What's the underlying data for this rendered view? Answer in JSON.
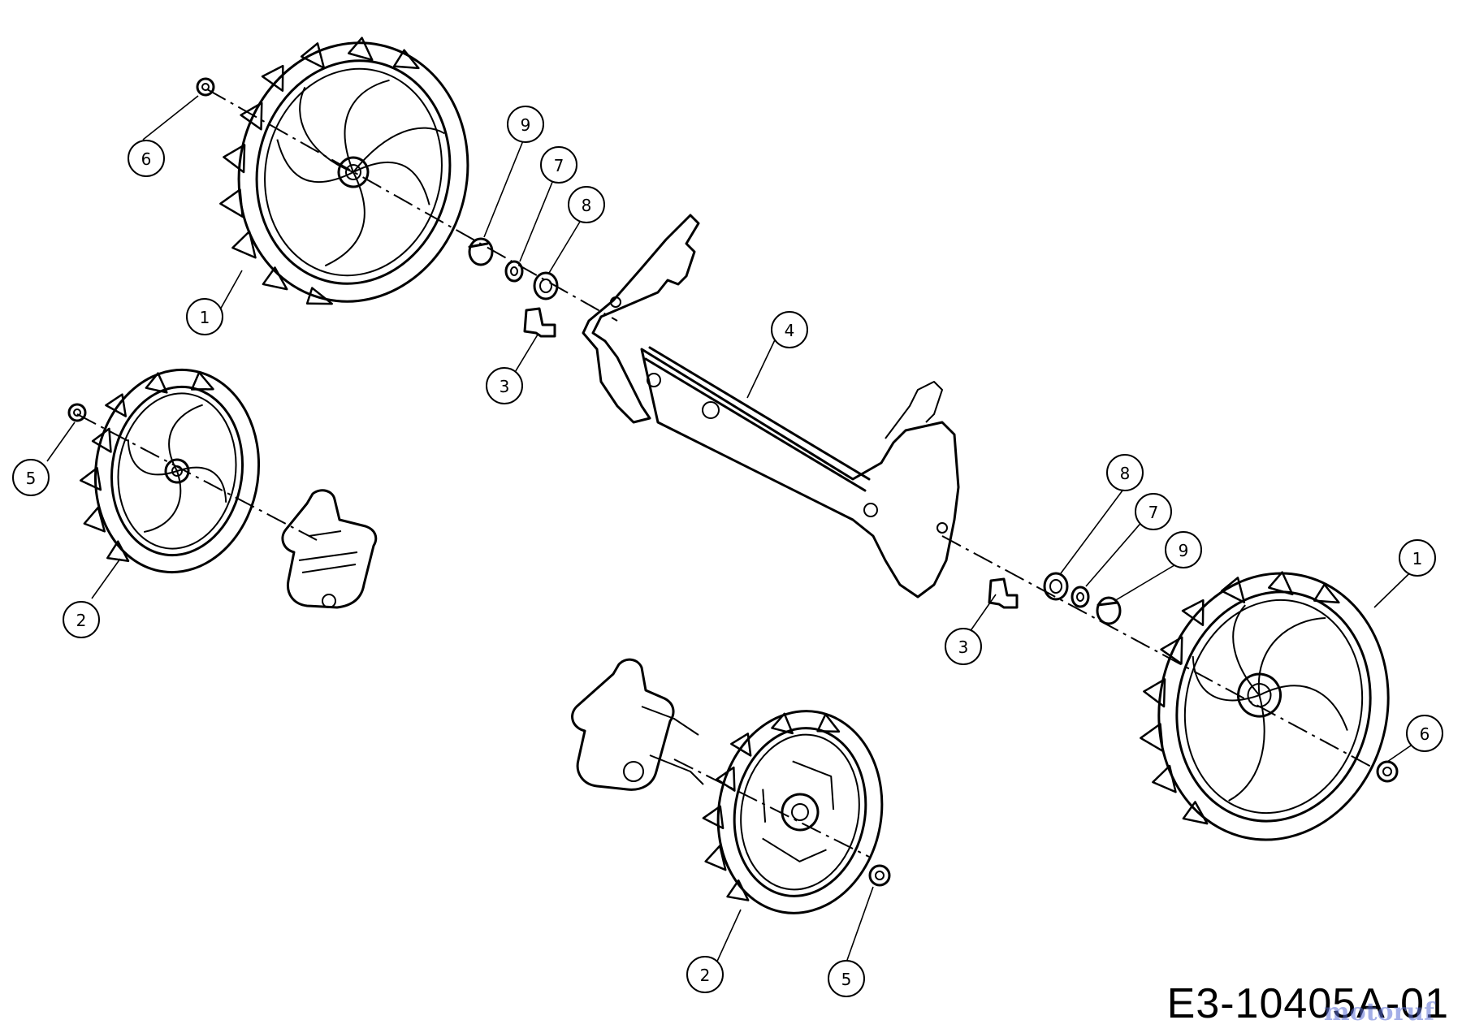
{
  "drawing_number": "E3-10405A-01",
  "watermark": "motoruf",
  "callouts": [
    {
      "id": "c1a",
      "label": "1"
    },
    {
      "id": "c1b",
      "label": "1"
    },
    {
      "id": "c2a",
      "label": "2"
    },
    {
      "id": "c2b",
      "label": "2"
    },
    {
      "id": "c3a",
      "label": "3"
    },
    {
      "id": "c3b",
      "label": "3"
    },
    {
      "id": "c4",
      "label": "4"
    },
    {
      "id": "c5a",
      "label": "5"
    },
    {
      "id": "c5b",
      "label": "5"
    },
    {
      "id": "c6a",
      "label": "6"
    },
    {
      "id": "c6b",
      "label": "6"
    },
    {
      "id": "c7a",
      "label": "7"
    },
    {
      "id": "c7b",
      "label": "7"
    },
    {
      "id": "c8a",
      "label": "8"
    },
    {
      "id": "c8b",
      "label": "8"
    },
    {
      "id": "c9a",
      "label": "9"
    },
    {
      "id": "c9b",
      "label": "9"
    }
  ]
}
